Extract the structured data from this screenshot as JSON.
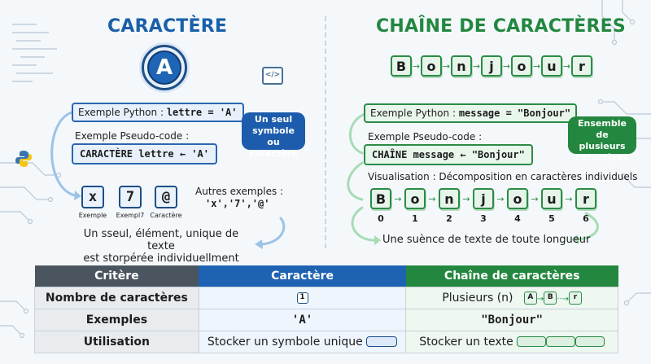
{
  "left": {
    "title": "CARACTÈRE",
    "badge_letter": "A",
    "browser_icon": "</>",
    "python_label": "Exemple Python : ",
    "python_code": "lettre = 'A'",
    "bubble": "Un seul symbole ou caractère",
    "pseudo_label": "Exemple Pseudo-code :",
    "pseudo_code": "CARACTÈRE lettre ← 'A'",
    "examples": [
      {
        "char": "x",
        "caption": "Exemple"
      },
      {
        "char": "7",
        "caption": "Exempl7"
      },
      {
        "char": "@",
        "caption": "Caractère"
      }
    ],
    "others_label": "Autres exemples :",
    "others_values": "'x','7','@'",
    "definition_line1": "Un sseul, élément, unique de texte",
    "definition_line2": "est storpérée individuellment"
  },
  "right": {
    "title": "CHAÎNE DE CARACTÈRES",
    "top_letters": [
      "B",
      "o",
      "n",
      "j",
      "o",
      "u",
      "r"
    ],
    "python_label": "Exemple Python : ",
    "python_code": "message = \"Bonjour\"",
    "bubble": "Ensemble de plusieurs caractères",
    "pseudo_label": "Exemple Pseudo-code :",
    "pseudo_code": "CHAÎNE message ← \"Bonjour\"",
    "visual_label": "Visualisation : Décomposition en caractères individuels",
    "letters": [
      "B",
      "o",
      "n",
      "j",
      "o",
      "u",
      "r"
    ],
    "indices": [
      "0",
      "1",
      "2",
      "3",
      "4",
      "5",
      "6"
    ],
    "definition": "Une suènce de texte de toute longueur"
  },
  "table": {
    "headers": [
      "Critère",
      "Caractère",
      "Chaîne de caractères"
    ],
    "rows": [
      {
        "crit": "Nombre de caractères",
        "car": "1",
        "chain": "Plusieurs (n)",
        "chain_glyphs": [
          "A",
          "B",
          "r"
        ]
      },
      {
        "crit": "Exemples",
        "car": "'A'",
        "chain": "\"Bonjour\""
      },
      {
        "crit": "Utilisation",
        "car": "Stocker un symbole unique",
        "chain": "Stocker un texte"
      }
    ]
  },
  "colors": {
    "blue": "#1e62b2",
    "green": "#23873f",
    "gray": "#4b5560"
  }
}
